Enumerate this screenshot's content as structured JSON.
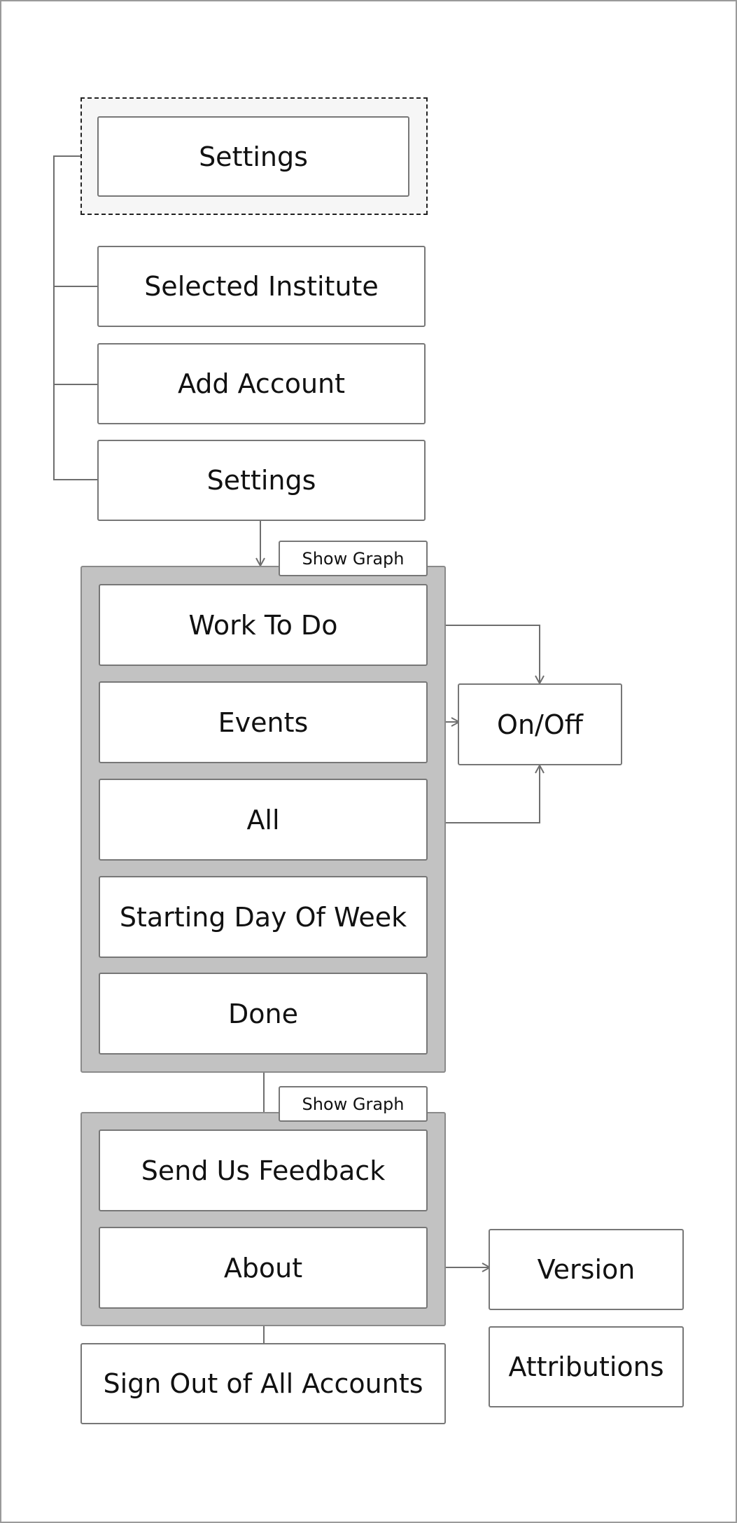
{
  "nodes": {
    "settings_root": "Settings",
    "selected_institute": "Selected Institute",
    "add_account": "Add Account",
    "settings": "Settings",
    "work_to_do": "Work To Do",
    "events": "Events",
    "all": "All",
    "starting_day_of_week": "Starting Day Of Week",
    "done": "Done",
    "on_off": "On/Off",
    "send_us_feedback": "Send Us Feedback",
    "about": "About",
    "version": "Version",
    "attributions": "Attributions",
    "sign_out": "Sign Out of All Accounts"
  },
  "tags": {
    "show_graph_1": "Show Graph",
    "show_graph_2": "Show Graph"
  },
  "colors": {
    "group_fill": "#c2c2c2",
    "border": "#777777",
    "connector": "#6e6e6e"
  }
}
